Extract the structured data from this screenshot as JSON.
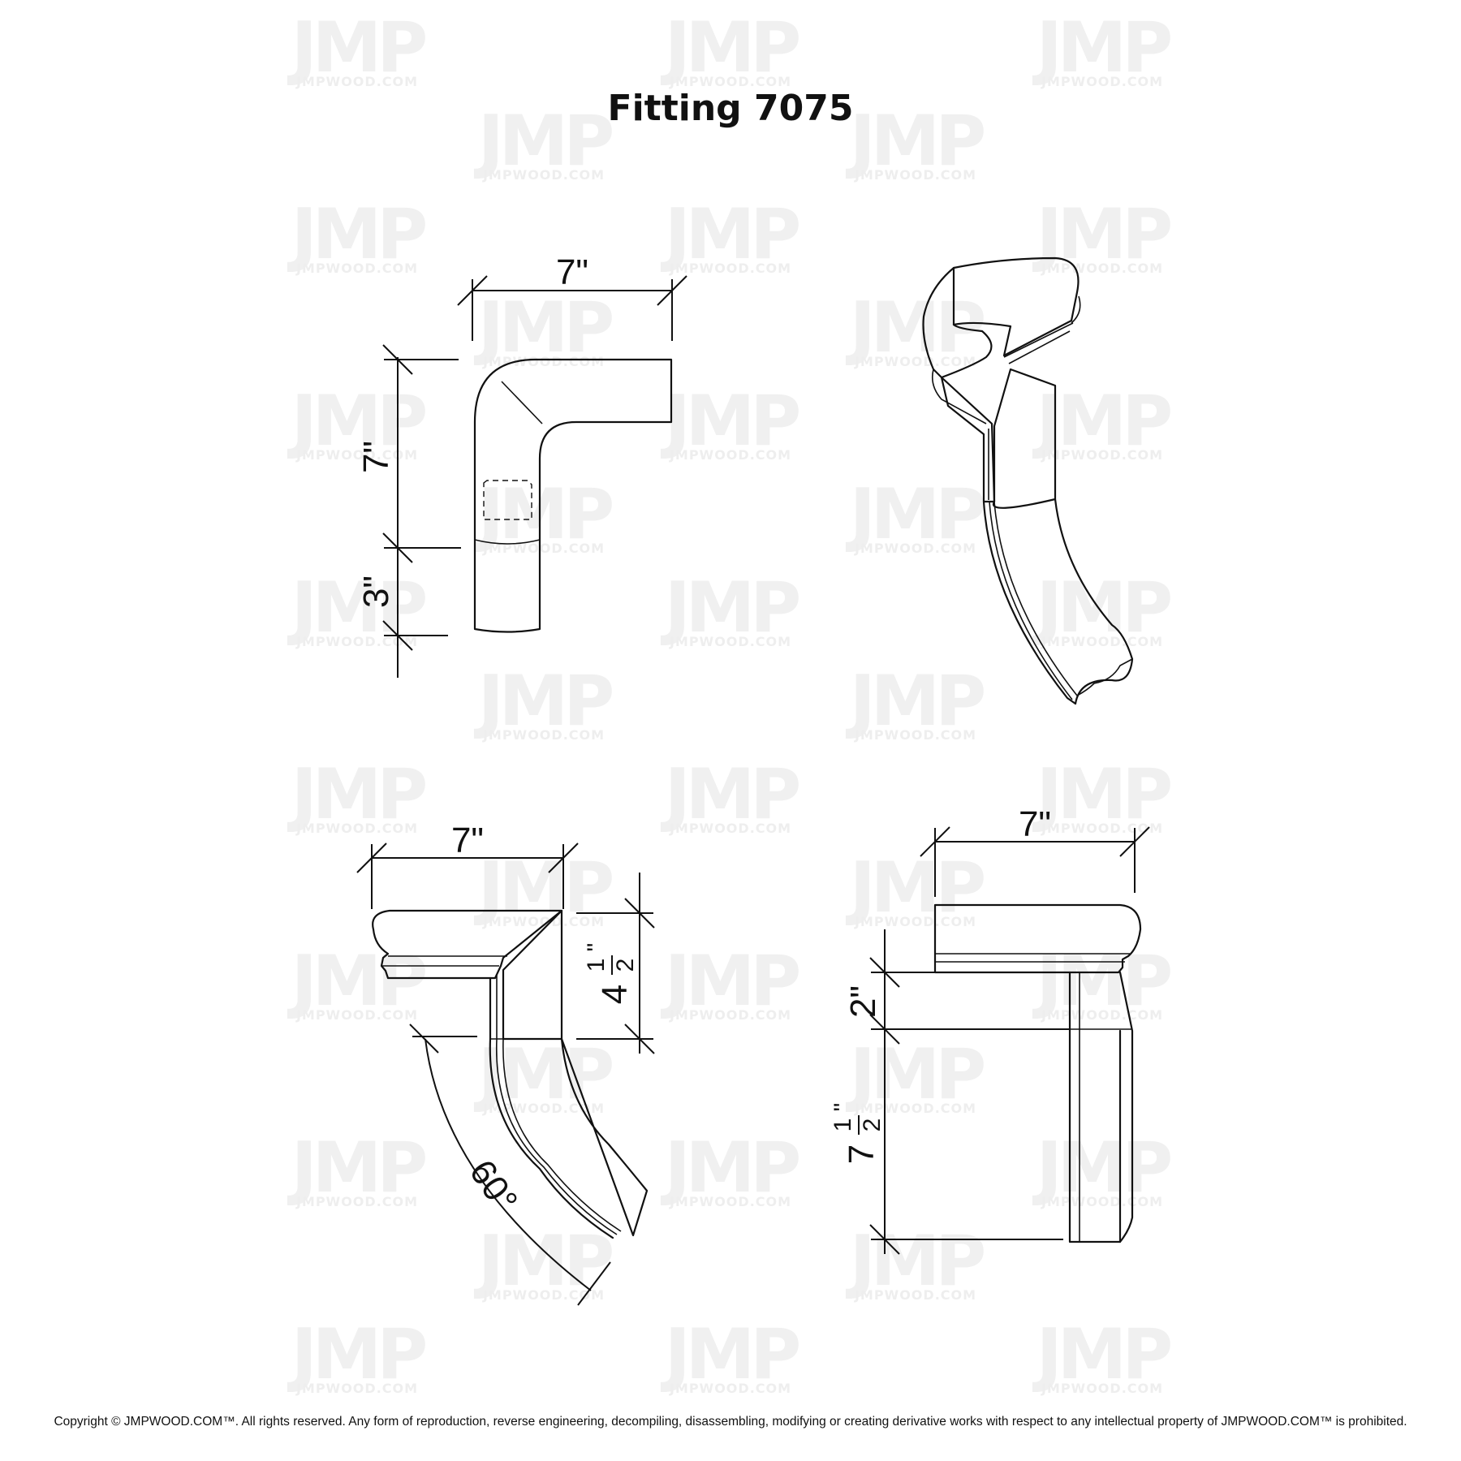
{
  "title": "Fitting 7075",
  "copyright": "Copyright © JMPWOOD.COM™. All rights reserved. Any form of reproduction, reverse engineering, decompiling, disassembling, modifying or creating derivative works with respect to any intellectual property of JMPWOOD.COM™ is prohibited.",
  "watermark": {
    "logo": "JMP",
    "url": "JMPWOOD.COM"
  },
  "views": {
    "top": {
      "width_label": "7\"",
      "height_label": "7\"",
      "tail_label": "3\""
    },
    "iso": {},
    "front": {
      "width_label": "7\"",
      "drop_whole": "4",
      "drop_num": "1",
      "drop_den": "2",
      "drop_inch": "\"",
      "angle_label": "60°"
    },
    "side": {
      "width_label": "7\"",
      "rise_label": "2\"",
      "drop_whole": "7",
      "drop_num": "1",
      "drop_den": "2",
      "drop_inch": "\""
    }
  },
  "colors": {
    "ink": "#111111",
    "watermark": "#f0f0f0",
    "background": "#ffffff"
  }
}
